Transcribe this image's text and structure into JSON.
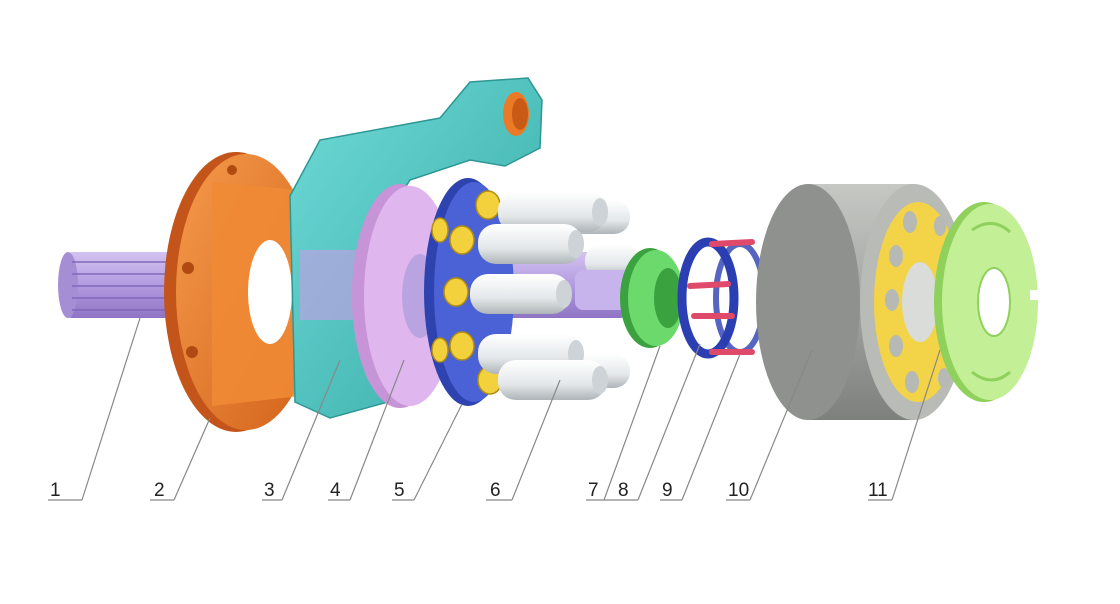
{
  "diagram": {
    "subject": "exploded view of hydraulic piston pump rotating group",
    "callouts": [
      "1",
      "2",
      "3",
      "4",
      "5",
      "6",
      "7",
      "8",
      "9",
      "10",
      "11"
    ],
    "colors": {
      "shaft": "#b9a3e0",
      "flange": "#ea7a25",
      "swash_plate": "#4fc9c6",
      "shoe_plate": "#d9a8e6",
      "retainer": "#3f56c8",
      "piston": "#e6eaec",
      "ball_guide": "#55c85a",
      "spring_cage": "#2b3fb2",
      "spring_bar": "#e04a6a",
      "cylinder_block": "#9a9d99",
      "cylinder_face": "#f3d347",
      "valve_plate": "#b8ec8a",
      "leader_line": "#888888"
    }
  }
}
